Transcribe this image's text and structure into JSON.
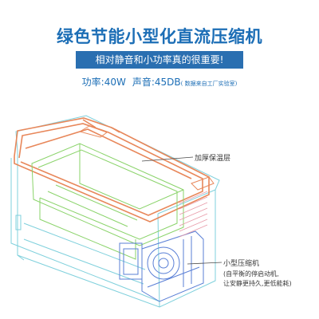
{
  "headline": "绿色节能小型化直流压缩机",
  "banner": "相对静音和小功率真的很重要!",
  "specs": {
    "power": "功率:40W",
    "sound": "声音:45DB",
    "source_note": "( 数据来自工厂实验室)"
  },
  "callouts": {
    "insulation": "加厚保温层",
    "compressor_title": "小型压缩机",
    "compressor_desc_line1": "(自平衡的停启动机,",
    "compressor_desc_line2": "让安静更持久,更低能耗)"
  },
  "colors": {
    "headline": "#1c6eb6",
    "banner_bg": "#2a6fb1",
    "banner_text": "#ffffff",
    "outer_shell": "#7fd0dc",
    "insulation": "#e8875a",
    "inner_liner": "#8ad36a",
    "compressor": "#5a7fd6"
  }
}
